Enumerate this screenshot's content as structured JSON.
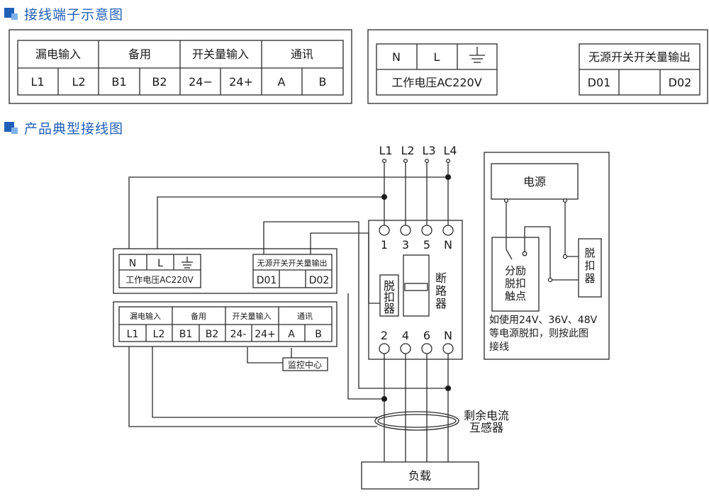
{
  "sections": {
    "terminal_title": "接线端子示意图",
    "wiring_title": "产品典型接线图"
  },
  "terminal_table": {
    "headers": [
      "漏电输入",
      "备用",
      "开关量输入",
      "通讯"
    ],
    "cells": [
      "L1",
      "L2",
      "B1",
      "B2",
      "24−",
      "24+",
      "A",
      "B"
    ]
  },
  "power_table": {
    "cells": [
      "N",
      "L"
    ],
    "ground_icon": "ground-icon",
    "caption": "工作电压AC220V"
  },
  "output_table": {
    "header": "无源开关开关量输出",
    "cells": [
      "D01",
      "",
      "D02"
    ]
  },
  "diagram": {
    "lines_top": [
      "L1",
      "L2",
      "L3",
      "L4"
    ],
    "breaker_top": [
      "1",
      "3",
      "5",
      "N"
    ],
    "breaker_bottom": [
      "2",
      "4",
      "6",
      "N"
    ],
    "breaker_name": [
      "断",
      "路",
      "器"
    ],
    "trip_label": [
      "脱",
      "扣",
      "器"
    ],
    "device_power": {
      "cells": [
        "N",
        "L"
      ],
      "caption": "工作电压AC220V",
      "output_header": "无源开关开关量输出",
      "output_cells": [
        "D01",
        "",
        "D02"
      ]
    },
    "device_inputs": {
      "headers": [
        "漏电输入",
        "备用",
        "开关量输入",
        "通讯"
      ],
      "cells": [
        "L1",
        "L2",
        "B1",
        "B2",
        "24-",
        "24+",
        "A",
        "B"
      ]
    },
    "monitor_label": "监控中心",
    "sensor_label": [
      "剩余电流",
      "互感器"
    ],
    "load_label": "负载",
    "side": {
      "power_label": "电源",
      "contact_label": [
        "分励",
        "脱扣",
        "触点"
      ],
      "trip_label": [
        "脱",
        "扣",
        "器"
      ],
      "note": [
        "如使用24V、36V、48V",
        "等电源脱扣，则按此图",
        "接线"
      ]
    }
  }
}
